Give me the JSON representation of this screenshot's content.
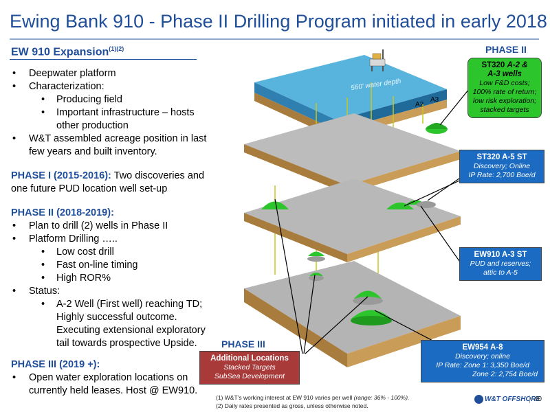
{
  "title": "Ewing Bank 910 - Phase II Drilling Program initiated in early 2018",
  "subhead": {
    "text": "EW 910 Expansion",
    "sup": "(1)(2)"
  },
  "left": {
    "b1": "Deepwater platform",
    "b2": "Characterization:",
    "b2a": "Producing field",
    "b2b": "Important infrastructure – hosts other production",
    "b3": "W&T assembled acreage position in last few years and built inventory.",
    "phase1_label": "PHASE I   (2015-2016):",
    "phase1_text": "  Two discoveries and one future PUD location well set-up",
    "phase2_label": "PHASE II   (2018-2019):",
    "p2b1": "Plan to drill (2) wells in Phase II",
    "p2b2": "Platform Drilling …..",
    "p2b2a": "Low cost drill",
    "p2b2b": "Fast on-line timing",
    "p2b2c": "High ROR%",
    "p2b3": "Status:",
    "p2b3a": "A-2 Well (First well) reaching TD;  Highly successful outcome. Executing extensional exploratory tail towards prospective Upside.",
    "phase3_label": "PHASE III   (2019 +):",
    "p3b1": "Open water exploration locations on currently held leases. Host @ EW910."
  },
  "diagram": {
    "phase2_label": "PHASE II",
    "phase3_label": "PHASE III",
    "depth": "560' water depth",
    "well_a2": "A2",
    "well_a3": "A3",
    "colors": {
      "green": "#2cc62c",
      "blue": "#1b6bc2",
      "red": "#a83a3a",
      "sand": "#d8b878",
      "water": "#3f9bc9"
    }
  },
  "callouts": {
    "st320_a2a3": {
      "title1": "ST320",
      "title2": "A-2 &",
      "title3": "A-3 wells",
      "body": "Low F&D costs; 100% rate of return;  low risk exploration; stacked targets"
    },
    "st320_a5": {
      "title": "ST320  A-5 ST",
      "line1": "Discovery; Online",
      "line2": "IP Rate: 2,700 Boe/d"
    },
    "ew910_a3": {
      "title": "EW910  A-3 ST",
      "line1": "PUD and reserves;",
      "line2": "attic to A-5"
    },
    "ew954_a8": {
      "title": "EW954  A-8",
      "line1": "Discovery; online",
      "line2": "IP Rate: Zone 1: 3,350 Boe/d",
      "line3": "Zone 2: 2,754 Boe/d"
    },
    "additional": {
      "title": "Additional Locations",
      "line1": "Stacked Targets",
      "line2": "SubSea Development"
    }
  },
  "footnotes": {
    "f1": "(1)   W&T’s working interest at EW 910 varies per well ",
    "f1_italic": "(range: 36% - 100%).",
    "f2": "(2)   Daily rates presented as gross, unless otherwise noted."
  },
  "logo": "W&T OFFSHORE",
  "page_number": "40"
}
